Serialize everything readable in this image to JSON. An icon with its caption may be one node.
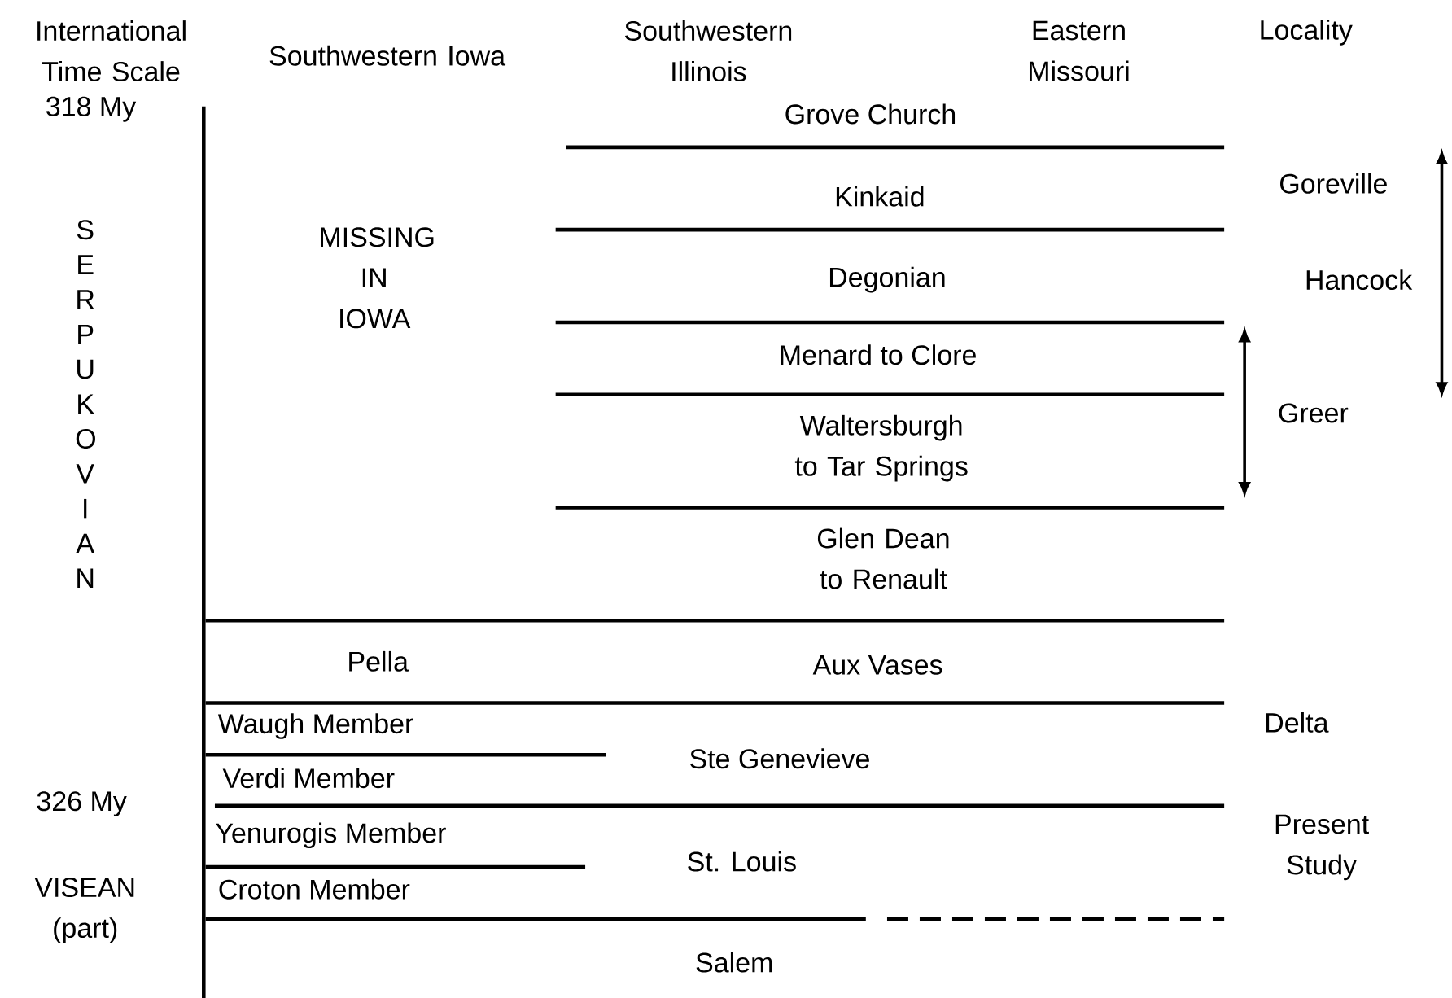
{
  "diagram": {
    "labels": [
      "International Time Scale",
      "318 My",
      "Southwestern Iowa",
      "Southwestern Illinois",
      "Eastern Missouri",
      "Locality",
      "Grove Church",
      "SERPUKOVIAN",
      "MISSING IN IOWA",
      "Goreville",
      "Kinkaid",
      "Hancock",
      "Degonian",
      "Menard to Clore",
      "Greer",
      "Waltersburgh to Tar Springs",
      "Glen Dean to Renault",
      "Pella",
      "Aux Vases",
      "Delta",
      "Waugh Member",
      "Ste Genevieve",
      "Verdi Member",
      "326 My",
      "Present Study",
      "Yenurogis Member",
      "St. Louis",
      "VISEAN (part)",
      "Croton Member",
      "Salem"
    ]
  }
}
